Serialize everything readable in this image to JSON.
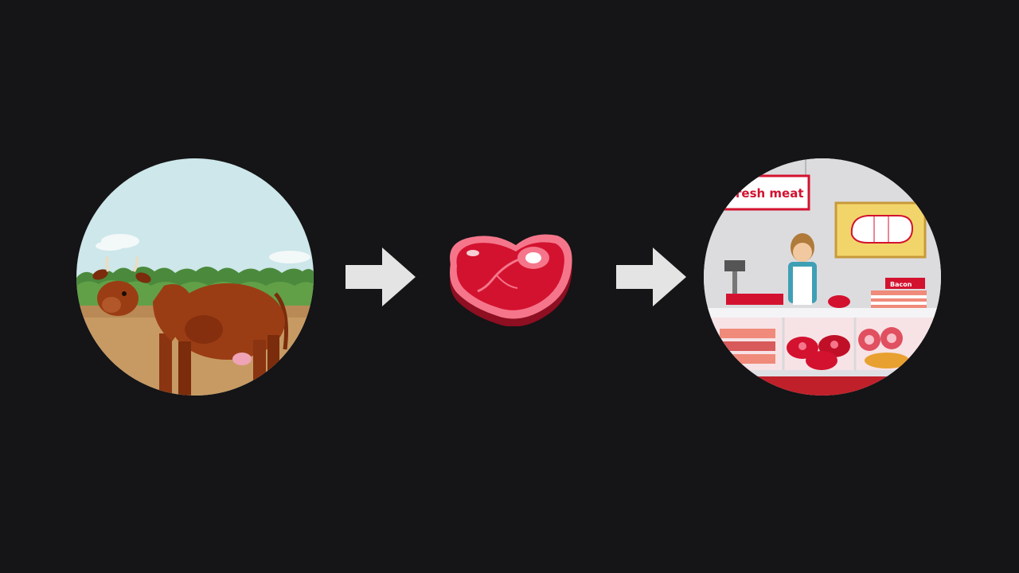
{
  "scene": {
    "steps": [
      "cow",
      "steak",
      "butcher-shop"
    ],
    "shop_sign": "resh meat",
    "bacon_label": "Bacon",
    "colors": {
      "background": "#151416",
      "arrow": "#e4e4e4",
      "meat_red": "#d3122f",
      "meat_pink": "#f5768b",
      "cow_brown": "#9b3d14",
      "sky": "#cde7ea",
      "sign_red": "#d3122f"
    },
    "icons": [
      "cow-illustration",
      "arrow-right-icon",
      "steak-icon",
      "butcher-shop-illustration"
    ]
  }
}
